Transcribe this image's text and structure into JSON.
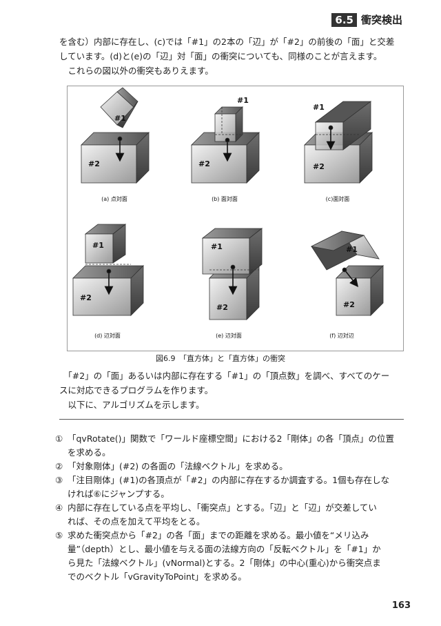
{
  "header": {
    "section": "6.5",
    "title": "衝突検出"
  },
  "intro": [
    "を含む）内部に存在し、(c)では「#1」の2本の「辺」が「#2」の前後の「面」と交差",
    "しています。(d)と(e)の「辺」対「面」の衝突についても、同様のことが言えます。",
    "　これらの図以外の衝突もありえます。"
  ],
  "figure": {
    "caption": "図6.9　「直方体」と「直方体」の衝突",
    "label1": "#1",
    "label2": "#2",
    "subs": [
      "(a) 点対面",
      "(b) 面対面",
      "(c)面対面",
      "(d) 辺対面",
      "(e) 辺対面",
      "(f) 辺対辺"
    ]
  },
  "body": [
    "　「#2」の「面」あるいは内部に存在する「#1」の「頂点数」を調べ、すべてのケー",
    "スに対応できるプログラムを作ります。",
    "　以下に、アルゴリズムを示します。"
  ],
  "steps": [
    {
      "mark": "①",
      "lines": [
        "「qvRotate()」関数で「ワールド座標空間」における2「剛体」の各「頂点」の位置",
        "を求める。"
      ]
    },
    {
      "mark": "②",
      "lines": [
        "「対象剛体」(#2) の各面の「法線ベクトル」を求める。"
      ]
    },
    {
      "mark": "③",
      "lines": [
        "「注目剛体」(#1)の各頂点が「#2」の内部に存在するか調査する。1個も存在しな",
        "ければ⑥にジャンプする。"
      ]
    },
    {
      "mark": "④",
      "lines": [
        "内部に存在している点を平均し、「衝突点」とする。「辺」と「辺」が交差してい",
        "れば、その点を加えて平均をとる。"
      ]
    },
    {
      "mark": "⑤",
      "lines": [
        "求めた衝突点から「#2」の各「面」までの距離を求める。最小値を“メリ込み",
        "量”（depth）とし、最小値を与える面の法線方向の「反転ベクトル」を「#1」か",
        "ら見た「法線ベクトル」(vNormal)とする。2「剛体」の中心(重心)から衝突点ま",
        "でのベクトル「vGravityToPoint」を求める。"
      ]
    }
  ],
  "page_number": "163"
}
